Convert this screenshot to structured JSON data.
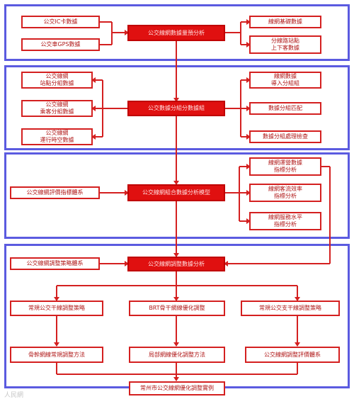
{
  "diagram": {
    "sections": [
      {
        "core": "公交線網數據量預分析",
        "left": [
          "公交IC卡數據",
          "公交車GPS數據"
        ],
        "right": [
          "線網基礎數據",
          "分線路站點\n上下客數據"
        ]
      },
      {
        "core": "公交數據分組分數據組",
        "left": [
          "公交線網\n站點分組數據",
          "公交線網\n乘客分組數據",
          "公交線網\n運行時空數據"
        ],
        "right": [
          "線網數據\n導入分組組",
          "數據分組匹配",
          "數據分組處理檢查"
        ]
      },
      {
        "core": "公交線網組合數據分析模型",
        "left": [
          "公交線網評價指標體系"
        ],
        "right": [
          "線網運營數據\n指標分析",
          "線網客流效率\n指標分析",
          "線網服務水平\n指標分析"
        ]
      },
      {
        "core": "公交線網調整數據分析",
        "left": [
          "公交線網調整策略體系"
        ],
        "middle": [
          "常規公交干線調整策略",
          "BRT骨干網線優化調整",
          "常規公交支干線調整策略"
        ],
        "bottom": [
          "骨幹網線常規調整方法",
          "局部網線優化調整方法",
          "公交線網調整評價體系"
        ],
        "final": "常州市公交線網優化調整實例"
      }
    ],
    "watermark": "人民網"
  }
}
